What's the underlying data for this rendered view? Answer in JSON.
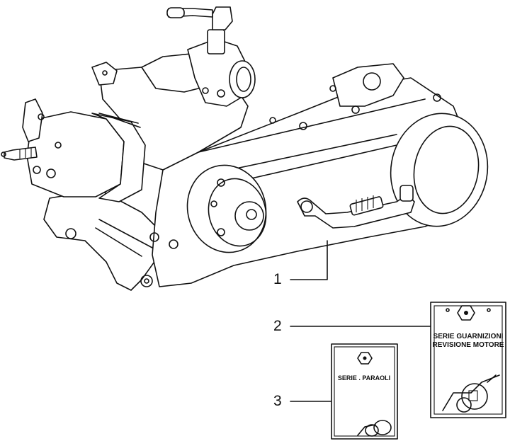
{
  "diagram": {
    "title": "Engine assembly exploded parts view",
    "callouts": [
      {
        "number": "1",
        "part": "engine"
      },
      {
        "number": "2",
        "part": "gasket-kit"
      },
      {
        "number": "3",
        "part": "oil-seal-kit"
      }
    ],
    "kits": {
      "gasket_kit": {
        "line1": "SERIE GUARNIZIONI",
        "line2": "REVISIONE MOTORE"
      },
      "oil_seal_kit": {
        "line1": "SERIE . PARAOLI"
      }
    },
    "colors": {
      "line": "#111111",
      "background": "#ffffff"
    }
  }
}
